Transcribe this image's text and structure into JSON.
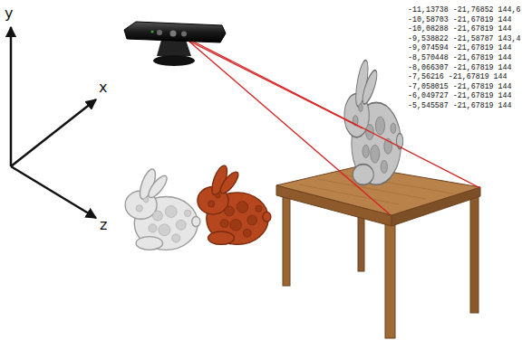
{
  "diagram": {
    "labels": [
      "y",
      "x",
      "z",
      "-11,13738 -21,76852 144,6",
      "-10,58703 -21,67819 144",
      "-10,08288 -21,67819 144",
      "-9,538822 -21,58787 143,4",
      "-9,074594 -21,67819 144",
      "-8,570448 -21,67819 144",
      "-8,066307 -21,67819 144",
      "-7,56216 -21,67819 144",
      "-7,058015 -21,67819 144",
      "-6,049727 -21,67819 144",
      "-5,545587 -21,67819 144"
    ]
  }
}
